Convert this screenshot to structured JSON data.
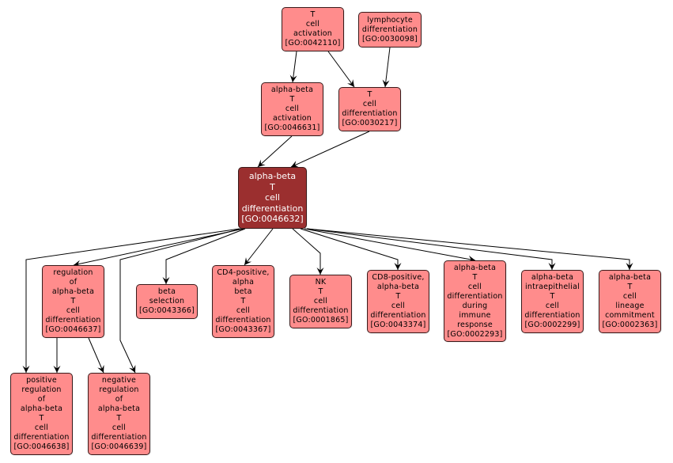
{
  "colors": {
    "node_fill": "#ff8c8c",
    "focus_fill": "#9b2f2f",
    "edge": "#000000"
  },
  "nodes": [
    {
      "id": "GO:0042110",
      "lines": [
        "T",
        "cell",
        "activation",
        "[GO:0042110]"
      ],
      "focus": false
    },
    {
      "id": "GO:0030098",
      "lines": [
        "lymphocyte",
        "differentiation",
        "[GO:0030098]"
      ],
      "focus": false
    },
    {
      "id": "GO:0046631",
      "lines": [
        "alpha-beta",
        "T",
        "cell",
        "activation",
        "[GO:0046631]"
      ],
      "focus": false
    },
    {
      "id": "GO:0030217",
      "lines": [
        "T",
        "cell",
        "differentiation",
        "[GO:0030217]"
      ],
      "focus": false
    },
    {
      "id": "GO:0046632",
      "lines": [
        "alpha-beta",
        "T",
        "cell",
        "differentiation",
        "[GO:0046632]"
      ],
      "focus": true
    },
    {
      "id": "GO:0046637",
      "lines": [
        "regulation",
        "of",
        "alpha-beta",
        "T",
        "cell",
        "differentiation",
        "[GO:0046637]"
      ],
      "focus": false
    },
    {
      "id": "GO:0043366",
      "lines": [
        "beta",
        "selection",
        "[GO:0043366]"
      ],
      "focus": false
    },
    {
      "id": "GO:0043367",
      "lines": [
        "CD4-positive,",
        "alpha",
        "beta",
        "T",
        "cell",
        "differentiation",
        "[GO:0043367]"
      ],
      "focus": false
    },
    {
      "id": "GO:0001865",
      "lines": [
        "NK",
        "T",
        "cell",
        "differentiation",
        "[GO:0001865]"
      ],
      "focus": false
    },
    {
      "id": "GO:0043374",
      "lines": [
        "CD8-positive,",
        "alpha-beta",
        "T",
        "cell",
        "differentiation",
        "[GO:0043374]"
      ],
      "focus": false
    },
    {
      "id": "GO:0002293",
      "lines": [
        "alpha-beta",
        "T",
        "cell",
        "differentiation",
        "during",
        "immune",
        "response",
        "[GO:0002293]"
      ],
      "focus": false
    },
    {
      "id": "GO:0002299",
      "lines": [
        "alpha-beta",
        "intraepithelial",
        "T",
        "cell",
        "differentiation",
        "[GO:0002299]"
      ],
      "focus": false
    },
    {
      "id": "GO:0002363",
      "lines": [
        "alpha-beta",
        "T",
        "cell",
        "lineage",
        "commitment",
        "[GO:0002363]"
      ],
      "focus": false
    },
    {
      "id": "GO:0046638",
      "lines": [
        "positive",
        "regulation",
        "of",
        "alpha-beta",
        "T",
        "cell",
        "differentiation",
        "[GO:0046638]"
      ],
      "focus": false
    },
    {
      "id": "GO:0046639",
      "lines": [
        "negative",
        "regulation",
        "of",
        "alpha-beta",
        "T",
        "cell",
        "differentiation",
        "[GO:0046639]"
      ],
      "focus": false
    }
  ],
  "edges": [
    {
      "from": "GO:0042110",
      "to": "GO:0046631"
    },
    {
      "from": "GO:0042110",
      "to": "GO:0030217"
    },
    {
      "from": "GO:0030098",
      "to": "GO:0030217"
    },
    {
      "from": "GO:0046631",
      "to": "GO:0046632"
    },
    {
      "from": "GO:0030217",
      "to": "GO:0046632"
    },
    {
      "from": "GO:0046632",
      "to": "GO:0046637"
    },
    {
      "from": "GO:0046632",
      "to": "GO:0043366"
    },
    {
      "from": "GO:0046632",
      "to": "GO:0043367"
    },
    {
      "from": "GO:0046632",
      "to": "GO:0001865"
    },
    {
      "from": "GO:0046632",
      "to": "GO:0043374"
    },
    {
      "from": "GO:0046632",
      "to": "GO:0002293"
    },
    {
      "from": "GO:0046632",
      "to": "GO:0002299"
    },
    {
      "from": "GO:0046632",
      "to": "GO:0002363"
    },
    {
      "from": "GO:0046632",
      "to": "GO:0046638"
    },
    {
      "from": "GO:0046632",
      "to": "GO:0046639"
    },
    {
      "from": "GO:0046637",
      "to": "GO:0046638"
    },
    {
      "from": "GO:0046637",
      "to": "GO:0046639"
    }
  ]
}
